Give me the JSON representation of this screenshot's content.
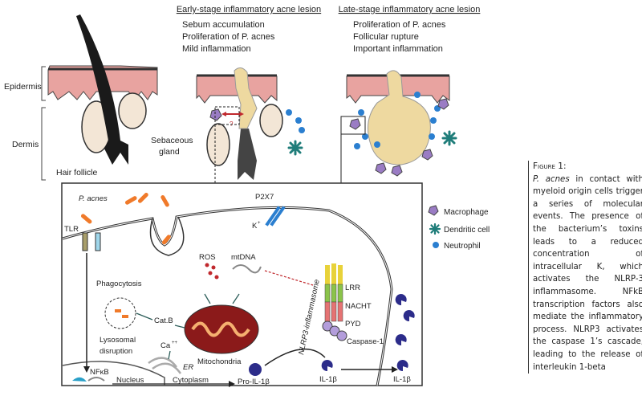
{
  "stages": {
    "early": {
      "heading": "Early-stage inflammatory acne lesion",
      "lines": [
        "Sebum accumulation",
        "Proliferation of P. acnes",
        "Mild inflammation"
      ]
    },
    "late": {
      "heading": "Late-stage inflammatory acne lesion",
      "lines": [
        "Proliferation of P. acnes",
        "Follicular rupture",
        "Important inflammation"
      ]
    }
  },
  "anatomy": {
    "epidermis": "Epidermis",
    "dermis": "Dermis",
    "sebaceous_1": "Sebaceous",
    "sebaceous_2": "gland",
    "hair_follicle": "Hair follicle",
    "question": "?"
  },
  "legend": {
    "macrophage": "Macrophage",
    "dendritic": "Dendritic cell",
    "neutrophil": "Neutrophil"
  },
  "cell": {
    "p_acnes": "P. acnes",
    "tlr": "TLR",
    "p2x7": "P2X7",
    "k": "K",
    "k_sup": "+",
    "ros": "ROS",
    "mtdna": "mtDNA",
    "phagocytosis": "Phagocytosis",
    "lysosomal_1": "Lysosomal",
    "lysosomal_2": "disruption",
    "catb": "Cat.B",
    "ca": "Ca",
    "ca_sup": "++",
    "er": "ER",
    "mitochondria": "Mitochondria",
    "nlrp3": "NLRP3-inflammasome",
    "lrr": "LRR",
    "nacht": "NACHT",
    "pyd": "PYD",
    "caspase": "Caspase-1",
    "nfkb": "NFκB",
    "nucleus": "Nucleus",
    "cytoplasm": "Cytoplasm",
    "pro_il": "Pro-IL-1β",
    "il_1": "IL-1β",
    "il_2": "IL-1β"
  },
  "caption": {
    "title": "Figure 1:",
    "italic_lead": "P. acnes",
    "body": " in contact with myeloid origin cells trigger a series of molecular events. The presence of the bacterium’s toxins leads to a reduced concentration of intracellular K, which activates the NLRP-3 inflammasome. NFkB transcription factors also mediate the inflammatory process. NLRP3 activates the caspase 1’s cascade, leading to the release of interleukin 1-beta"
  },
  "colors": {
    "skin": "#e8a3a0",
    "sebum": "#eed9a0",
    "macrophage": "#9a7cc4",
    "dendritic": "#1f7d7a",
    "neutrophil": "#2b7fd0",
    "bacteria": "#f07a2a",
    "mitochondria": "#8b1a1a",
    "il1b": "#2c2c8a"
  }
}
